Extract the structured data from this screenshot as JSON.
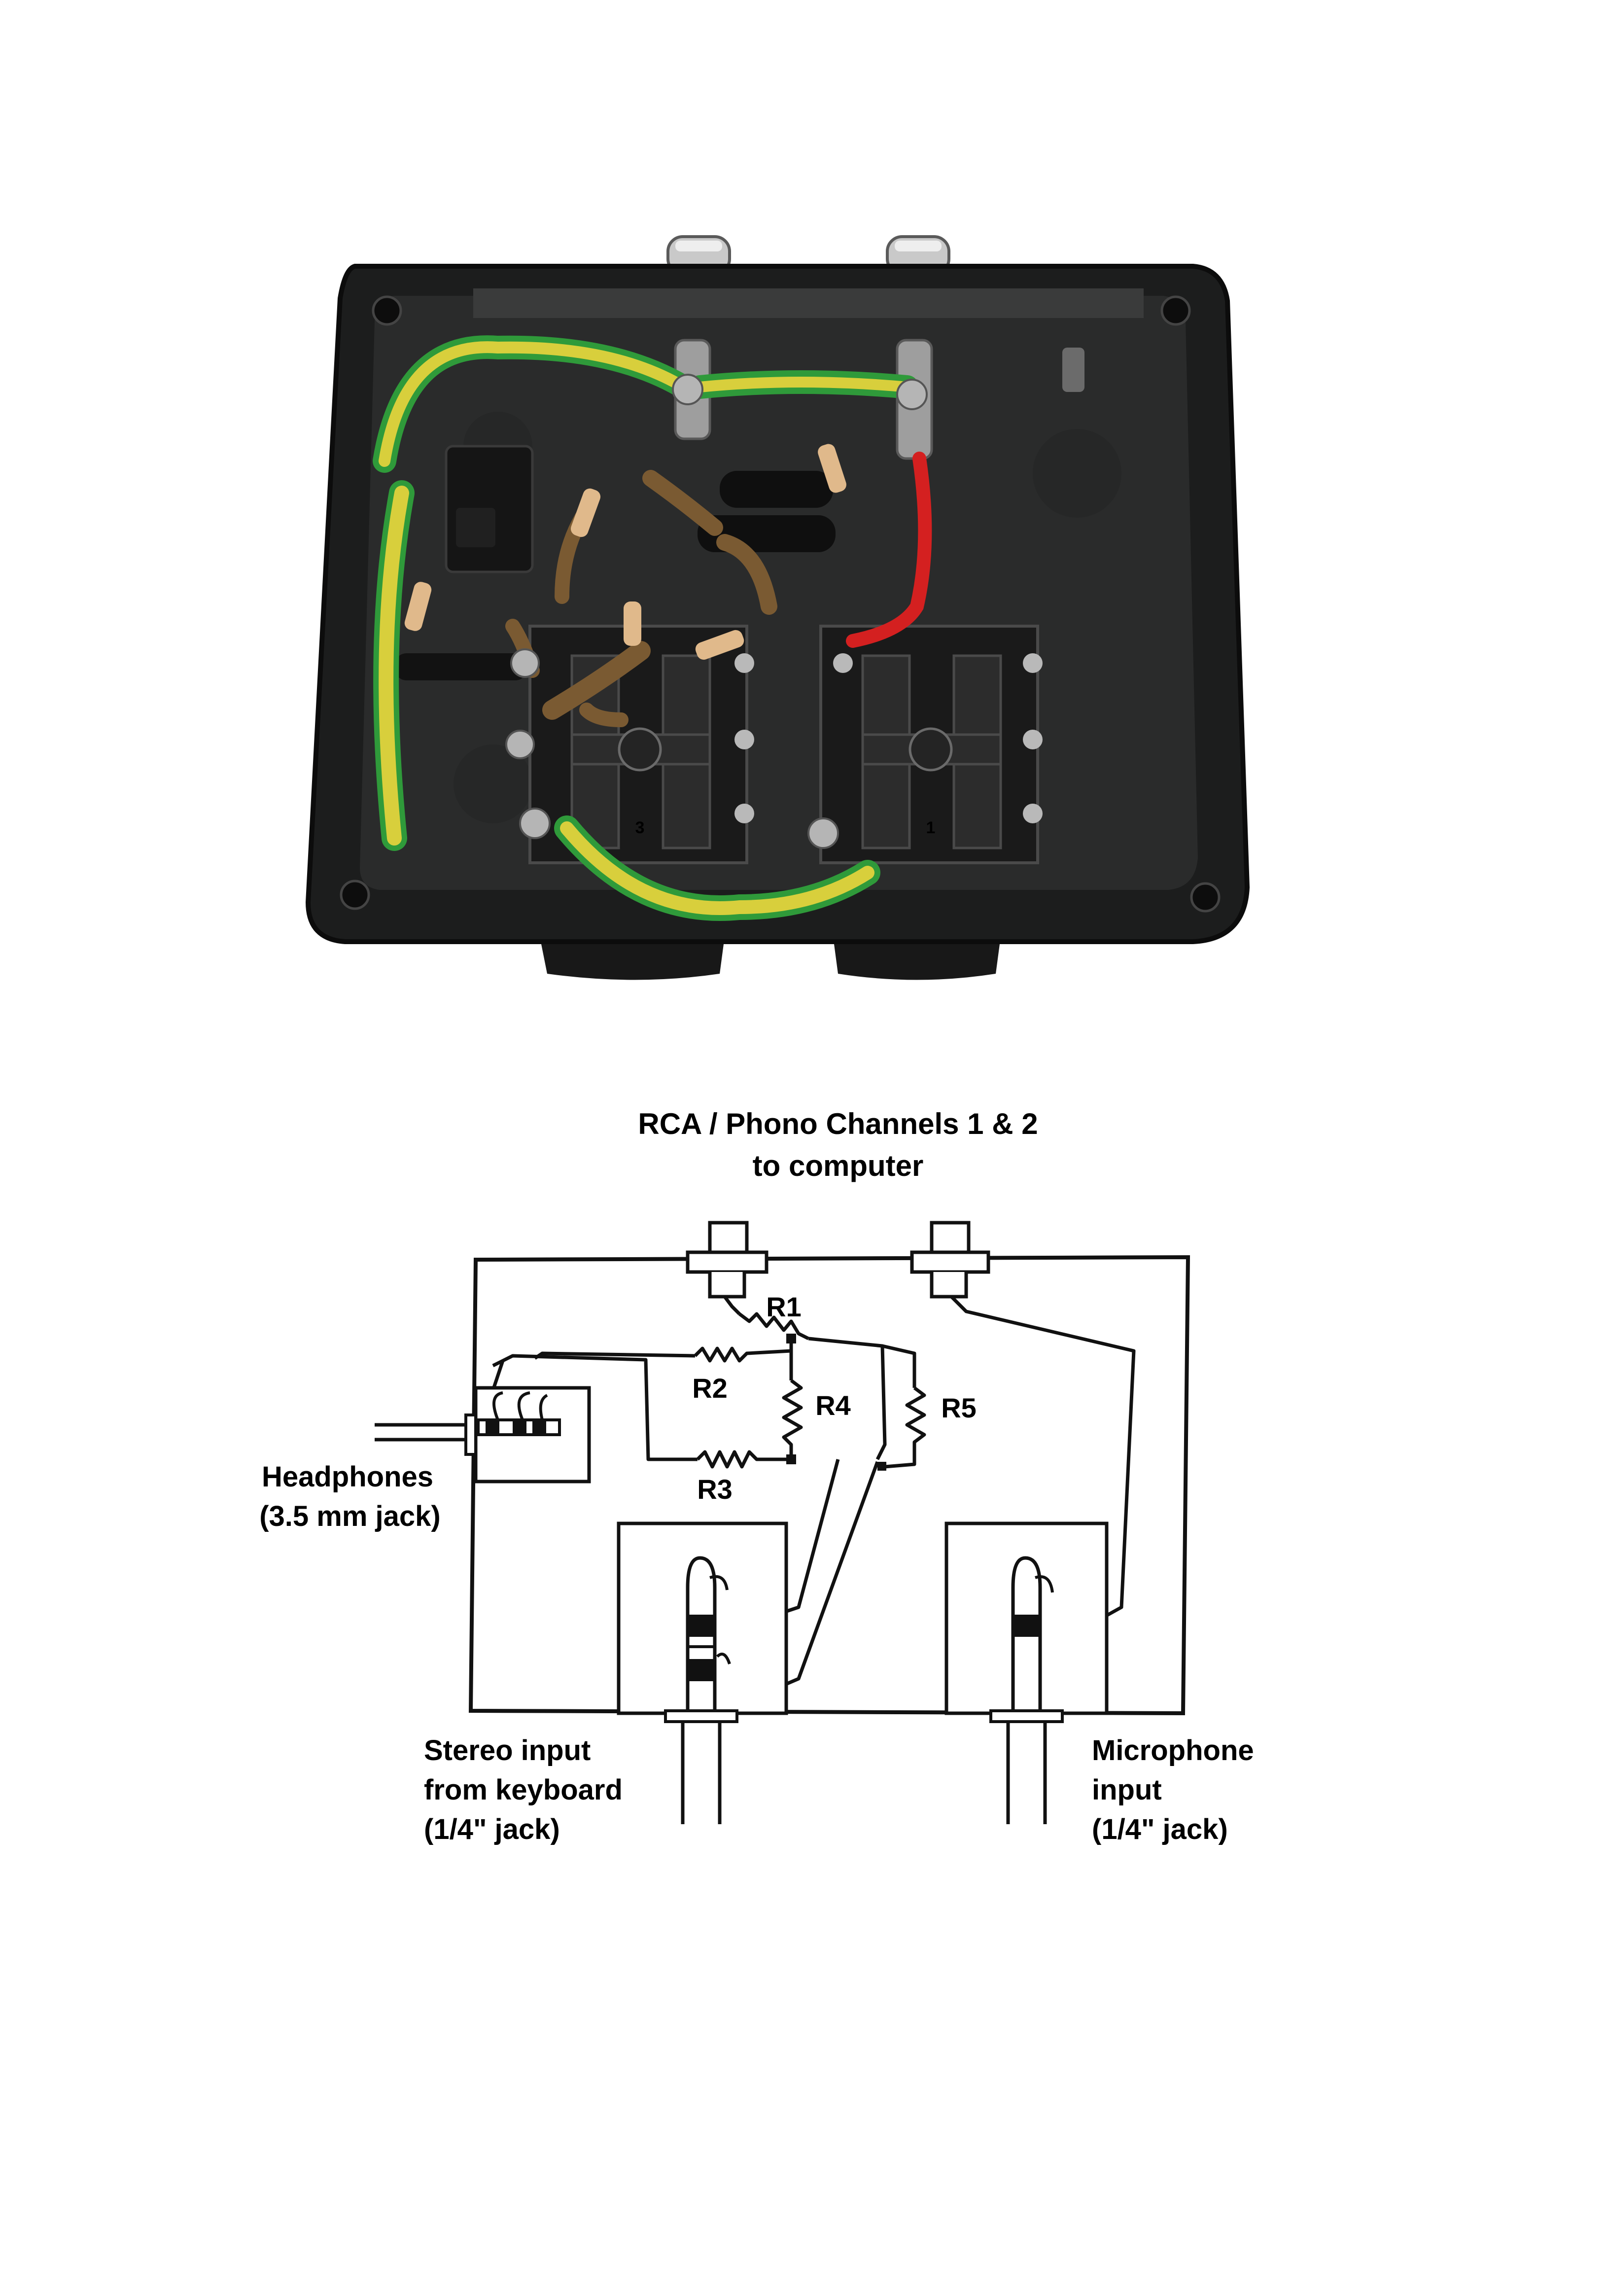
{
  "header": {
    "line1": "RCA / Phono Channels 1 & 2",
    "line2": "to computer"
  },
  "resistors": {
    "r1": "R1",
    "r2": "R2",
    "r3": "R3",
    "r4": "R4",
    "r5": "R5"
  },
  "headphones": {
    "line1": "Headphones",
    "line2": "(3.5 mm jack)"
  },
  "stereo": {
    "line1": "Stereo input",
    "line2": "from keyboard",
    "line3": "(1/4\" jack)"
  },
  "microphone": {
    "line1": "Microphone",
    "line2": "input",
    "line3": "(1/4\" jack)"
  },
  "photo": {
    "jack_numbers": [
      "3",
      "1"
    ]
  },
  "colors": {
    "enclosure": "#1c1d1d",
    "earth_green": "#2f9a3a",
    "earth_yellow": "#d8cf3c",
    "sleeve_brown": "#7a5a32",
    "wire_red": "#d42020"
  }
}
